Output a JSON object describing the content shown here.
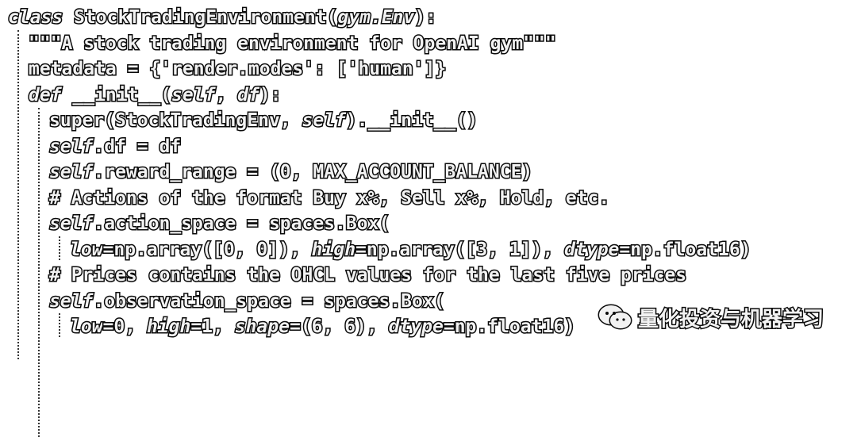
{
  "code": {
    "lines": [
      {
        "parts": [
          {
            "t": "class",
            "i": true
          },
          {
            "t": " StockTradingEnvironment("
          },
          {
            "t": "gym.Env",
            "i": true
          },
          {
            "t": "):"
          }
        ]
      },
      {
        "parts": [
          {
            "t": "\"\"\"A stock trading environment for OpenAI gym\"\"\""
          }
        ]
      },
      {
        "parts": [
          {
            "t": "metadata = {'render.modes': ['human']}"
          }
        ]
      },
      {
        "parts": [
          {
            "t": "def",
            "i": true
          },
          {
            "t": " __init__("
          },
          {
            "t": "self",
            "i": true
          },
          {
            "t": ", "
          },
          {
            "t": "df",
            "i": true
          },
          {
            "t": "):"
          }
        ]
      },
      {
        "parts": [
          {
            "t": "super(StockTradingEnv, "
          },
          {
            "t": "self",
            "i": true
          },
          {
            "t": ").__init__()"
          }
        ]
      },
      {
        "parts": [
          {
            "t": "self",
            "i": true
          },
          {
            "t": ".df = df"
          }
        ]
      },
      {
        "parts": [
          {
            "t": "self",
            "i": true
          },
          {
            "t": ".reward_range = (0, MAX_ACCOUNT_BALANCE)"
          }
        ]
      },
      {
        "parts": [
          {
            "t": "# Actions of the format Buy x%, Sell x%, Hold, etc."
          }
        ]
      },
      {
        "parts": [
          {
            "t": "self",
            "i": true
          },
          {
            "t": ".action_space = spaces.Box("
          }
        ]
      },
      {
        "parts": [
          {
            "t": "low",
            "i": true
          },
          {
            "t": "=np.array([0, 0]), "
          },
          {
            "t": "high",
            "i": true
          },
          {
            "t": "=np.array([3, 1]), "
          },
          {
            "t": "dtype",
            "i": true
          },
          {
            "t": "=np.float16)"
          }
        ]
      },
      {
        "parts": [
          {
            "t": "# Prices contains the OHCL values for the last five prices"
          }
        ]
      },
      {
        "parts": [
          {
            "t": "self",
            "i": true
          },
          {
            "t": ".observation_space = spaces.Box("
          }
        ]
      },
      {
        "parts": [
          {
            "t": "low",
            "i": true
          },
          {
            "t": "=0, "
          },
          {
            "t": "high",
            "i": true
          },
          {
            "t": "=1, "
          },
          {
            "t": "shape",
            "i": true
          },
          {
            "t": "=(6, 6), "
          },
          {
            "t": "dtype",
            "i": true
          },
          {
            "t": "=np.float16)"
          }
        ]
      }
    ]
  },
  "watermark": {
    "icon": "wechat-icon",
    "text": "量化投资与机器学习"
  }
}
